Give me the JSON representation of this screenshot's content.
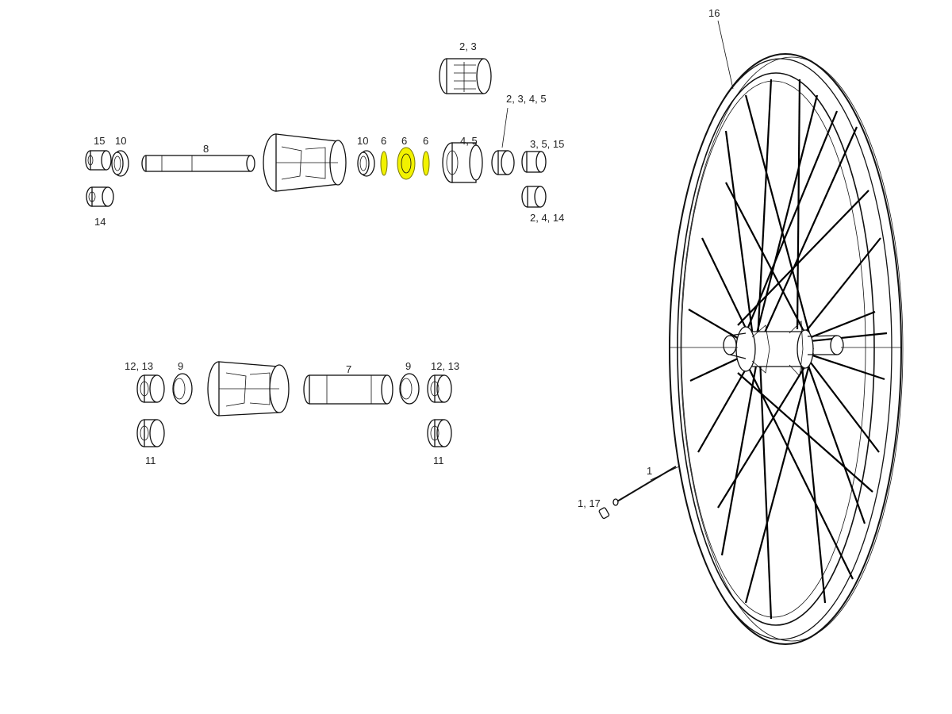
{
  "labels": {
    "p16": "16",
    "p23_top": "2, 3",
    "p2345": "2, 3, 4, 5",
    "p15": "15",
    "p10_left": "10",
    "p8": "8",
    "p10_mid": "10",
    "p6_a": "6",
    "p6_b": "6",
    "p6_c": "6",
    "p45": "4, 5",
    "p3515": "3, 5, 15",
    "p2414": "2, 4, 14",
    "p14": "14",
    "p1213_left": "12, 13",
    "p9_left": "9",
    "p7": "7",
    "p9_right": "9",
    "p1213_right": "12, 13",
    "p11_left": "11",
    "p11_right": "11",
    "p1": "1",
    "p117": "1, 17"
  },
  "colors": {
    "highlight": "#f2f200",
    "line": "#111111"
  }
}
